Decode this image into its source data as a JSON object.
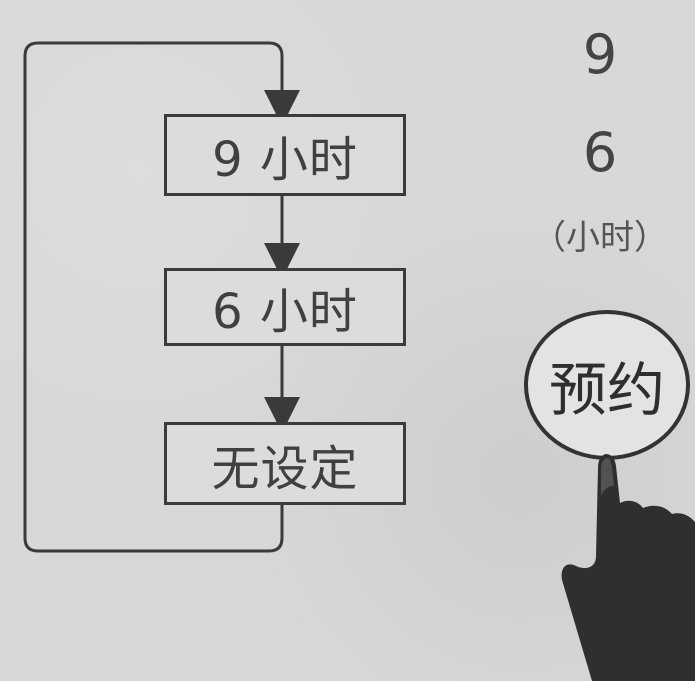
{
  "flow": {
    "box_9": "9 小时",
    "box_6": "6 小时",
    "box_none": "无设定"
  },
  "display": {
    "digit_9": "9",
    "digit_6": "6",
    "unit": "（小时）"
  },
  "button": {
    "label": "预约"
  },
  "icons": {
    "hand": "pointing-hand-icon",
    "arrow": "arrow-down-icon"
  },
  "colors": {
    "background": "#d8d8d8",
    "line": "#3a3a3a",
    "hand": "#2f2f2f"
  }
}
